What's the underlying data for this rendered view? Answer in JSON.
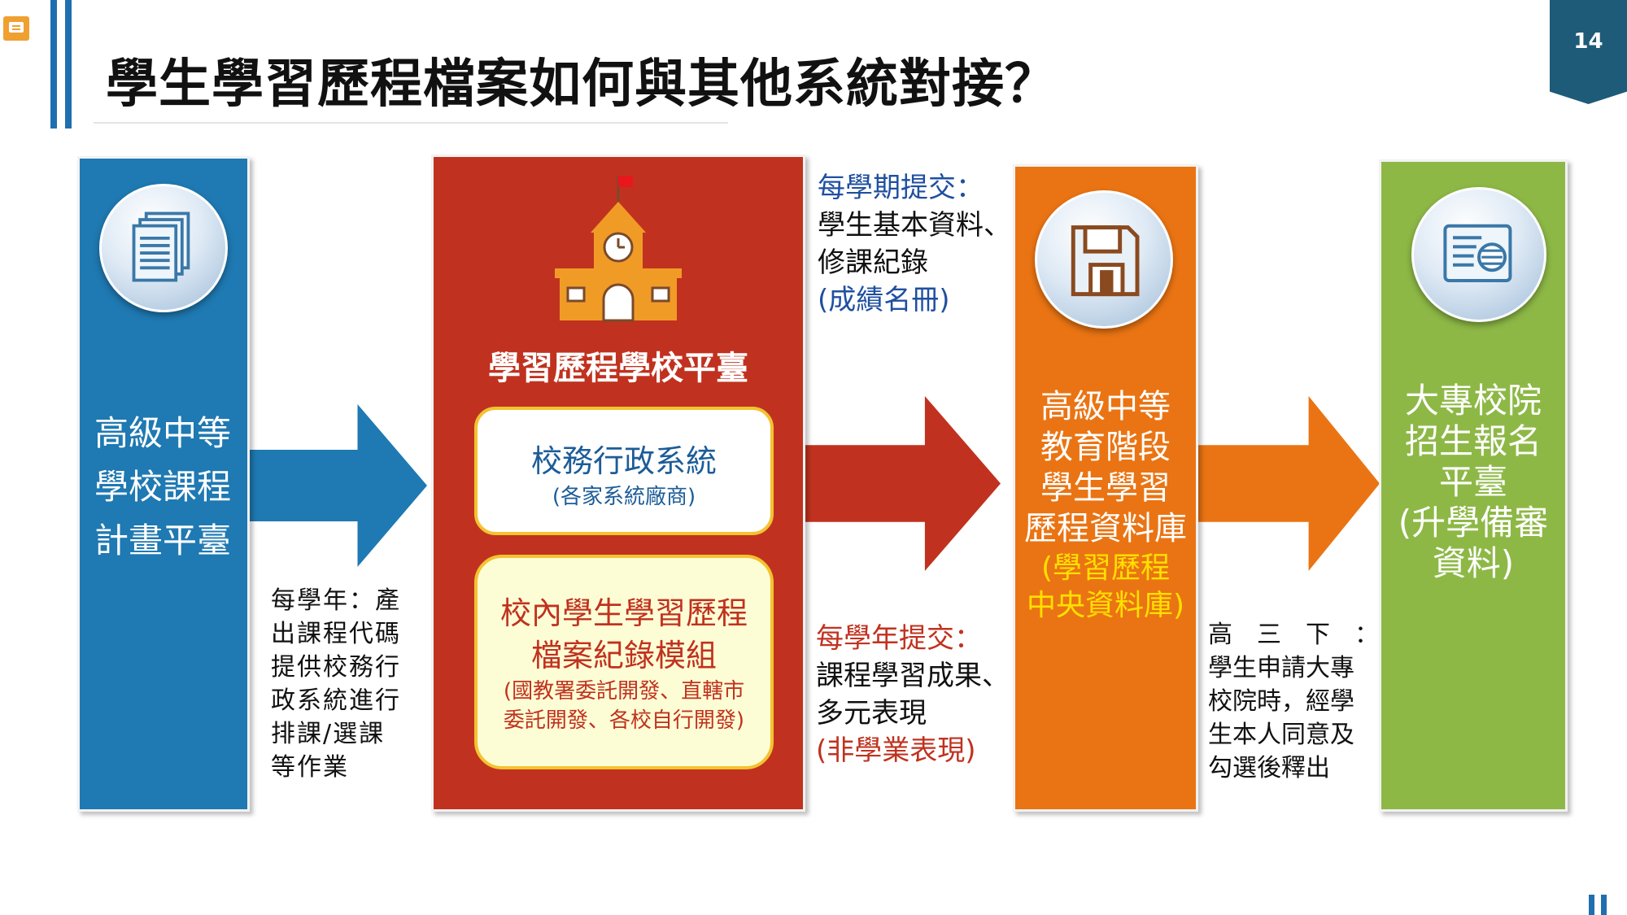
{
  "slide": {
    "title": "學生學習歷程檔案如何與其他系統對接？",
    "page_number": "14"
  },
  "colors": {
    "blue": "#1f79b2",
    "red": "#c0321f",
    "orange": "#ea7413",
    "green": "#8db846",
    "title_bar": "#1e5b78"
  },
  "panel_blue": {
    "icon": "document-stack-icon",
    "lines": [
      "高級中等",
      "學校課程",
      "計畫平臺"
    ]
  },
  "panel_red": {
    "icon": "school-building-icon",
    "title": "學習歷程學校平臺",
    "box1_title": "校務行政系統",
    "box1_sub": "(各家系統廠商)",
    "box2_title_lines": [
      "校內學生學習歷程",
      "檔案紀錄模組"
    ],
    "box2_sub_lines": [
      "(國教署委託開發、直轄市",
      "委託開發、各校自行開發)"
    ]
  },
  "panel_orange": {
    "icon": "floppy-disk-icon",
    "lines": [
      "高級中等",
      "教育階段",
      "學生學習",
      "歷程資料庫"
    ],
    "sub_lines": [
      "(學習歷程",
      "中央資料庫)"
    ]
  },
  "panel_green": {
    "icon": "document-search-icon",
    "lines": [
      "大專校院",
      "招生報名",
      "平臺",
      "(升學備審",
      "資料)"
    ]
  },
  "notes": {
    "blue": [
      "每學年：產",
      "出課程代碼",
      "提供校務行",
      "政系統進行",
      "排課/選課",
      "等作業"
    ],
    "semester_head": "每學期提交：",
    "semester": [
      "學生基本資料、",
      "修課紀錄"
    ],
    "semester_tail": "(成績名冊)",
    "year_head": "每學年提交：",
    "year": [
      "課程學習成果、",
      "多元表現"
    ],
    "year_tail": "(非學業表現)",
    "grade3": [
      "高　三　下　：",
      "學生申請大專",
      "校院時，經學",
      "生本人同意及",
      "勾選後釋出"
    ]
  }
}
